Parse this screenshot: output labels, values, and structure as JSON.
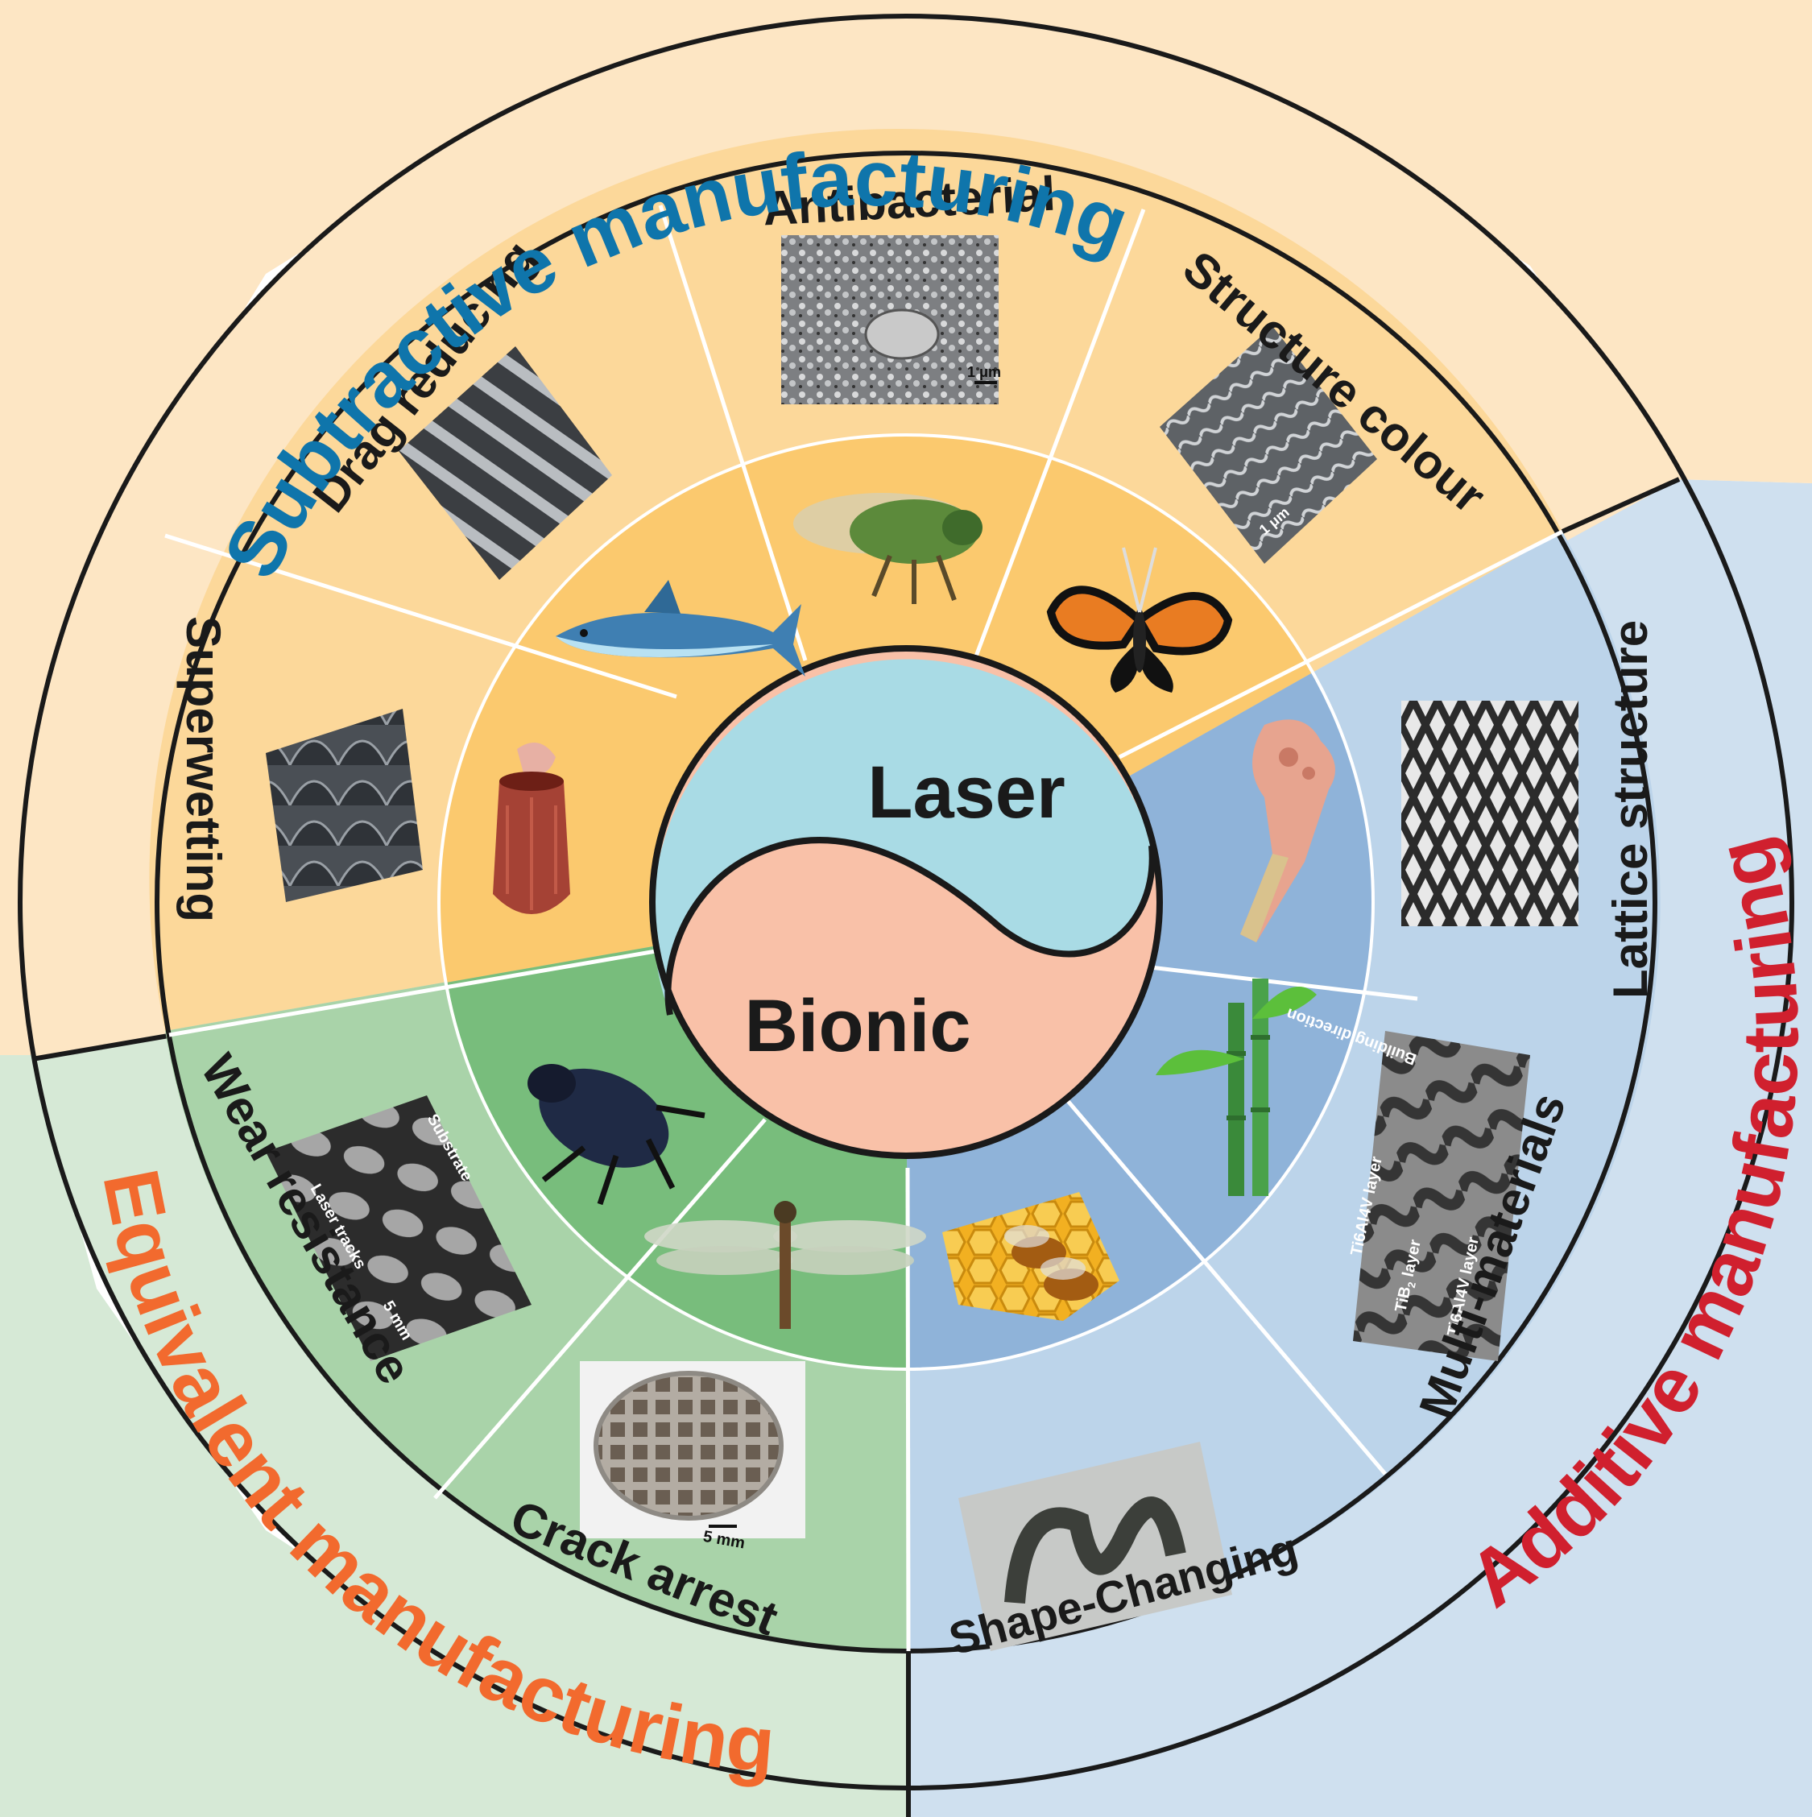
{
  "center": {
    "top": "Laser",
    "bottom": "Bionic"
  },
  "categories": {
    "subtractive": {
      "text": "Subtractive manufacturing",
      "color": "#0f75ab"
    },
    "additive": {
      "text": "Additive manufacturing",
      "color": "#d0202e"
    },
    "equivalent": {
      "text": "Equivalent manufacturing",
      "color": "#f26a2e"
    }
  },
  "functions": {
    "superwetting": "Superwetting",
    "drag": "Drag reducing",
    "antibacterial": "Antibacterial",
    "structure_colour": "Structure colour",
    "lattice": "Lattice structure",
    "multi": "Multi-materials",
    "shape": "Shape-Changing",
    "crack": "Crack arrest",
    "wear": "Wear resistance"
  },
  "micrograph_labels": {
    "antibacterial_scale": "1 μm",
    "structure_colour_scale": "1 μm",
    "crack_scale": "5 mm",
    "wear_scale": "5 mm",
    "wear_substrate": "Substrate",
    "wear_tracks": "Laser tracks",
    "multi_building": "Building direction",
    "multi_layer1": "Ti6Al4V layer",
    "multi_layer2": "TiB",
    "multi_layer2_sub": "2",
    "multi_layer2_suffix": " layer",
    "multi_layer3": "Ti6Al4V layer"
  },
  "organisms": [
    "pitcher-plant",
    "shark",
    "cicada",
    "butterfly",
    "bone",
    "bamboo",
    "honeycomb-bees",
    "dragonfly",
    "beetle"
  ],
  "colors": {
    "subtractive_outer": "#fde6c4",
    "subtractive_mid": "#fcd89a",
    "subtractive_inner": "#fbc96e",
    "additive_outer": "#cfe0ef",
    "additive_mid": "#bcd4ea",
    "additive_inner": "#8fb3d9",
    "equivalent_outer": "#d6e9d6",
    "equivalent_mid": "#a9d3a9",
    "equivalent_inner": "#78bd7c",
    "laser": "#a9dbe5",
    "bionic": "#f9c1a8"
  }
}
